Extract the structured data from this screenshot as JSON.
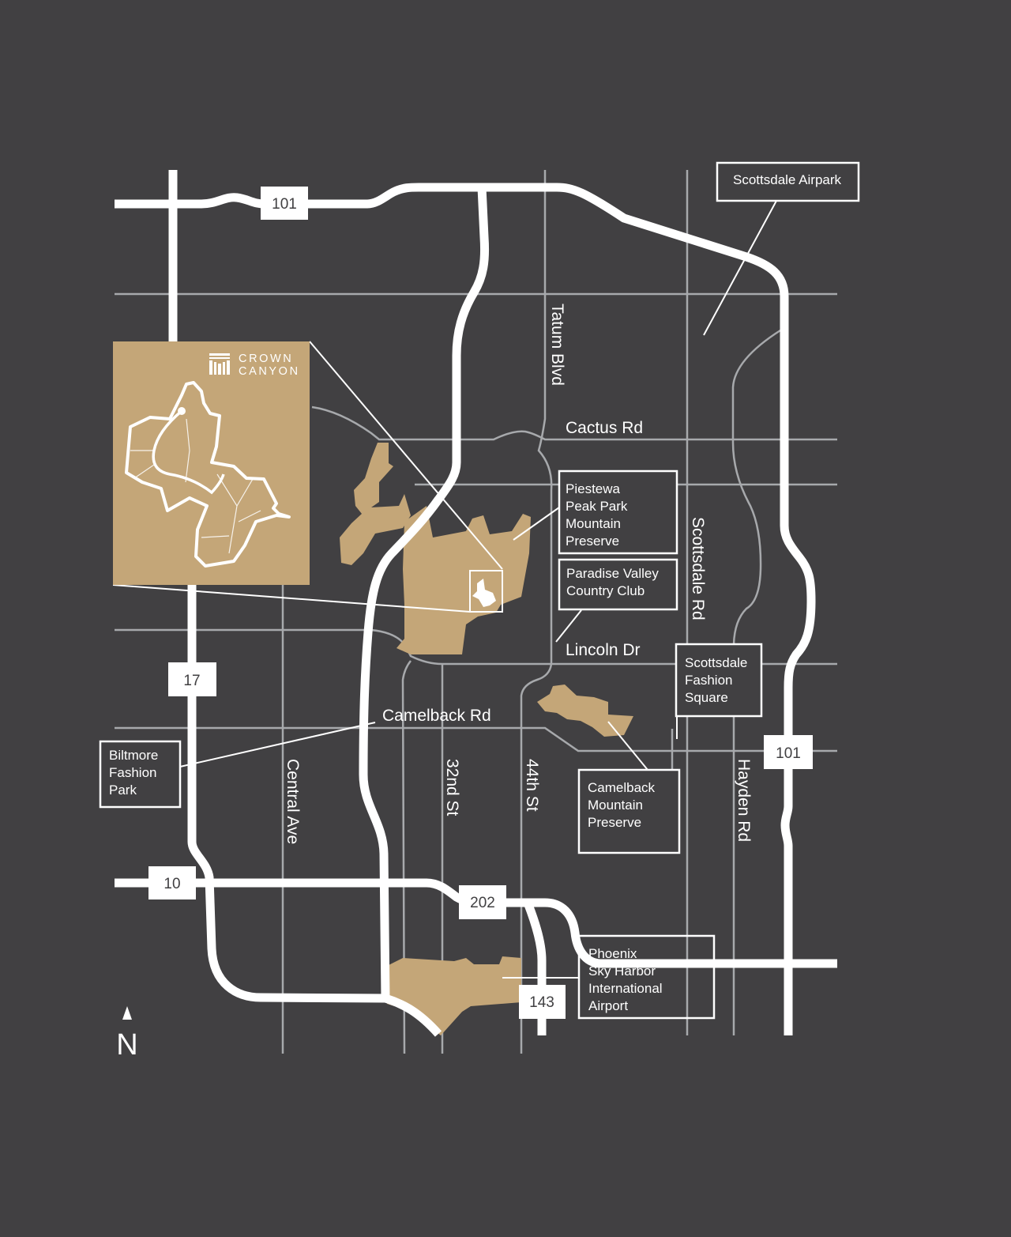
{
  "map": {
    "brand": {
      "line1": "CROWN",
      "line2": "CANYON"
    },
    "streets": {
      "tatum": "Tatum Blvd",
      "cactus": "Cactus Rd",
      "scottsdale": "Scottsdale Rd",
      "lincoln": "Lincoln Dr",
      "camelback": "Camelback Rd",
      "central": "Central Ave",
      "st32": "32nd St",
      "st44": "44th St",
      "hayden": "Hayden Rd"
    },
    "highways": {
      "h101_top": "101",
      "h101_right": "101",
      "h17": "17",
      "h10": "10",
      "h202": "202",
      "h143": "143"
    },
    "points_of_interest": {
      "airpark": {
        "lines": [
          "Scottsdale Airpark"
        ]
      },
      "piestewa": {
        "lines": [
          "Piestewa",
          "Peak Park",
          "Mountain",
          "Preserve"
        ]
      },
      "paradise": {
        "lines": [
          "Paradise Valley",
          "Country Club"
        ]
      },
      "fashion_square": {
        "lines": [
          "Scottsdale",
          "Fashion",
          "Square"
        ]
      },
      "biltmore": {
        "lines": [
          "Biltmore",
          "Fashion",
          "Park"
        ]
      },
      "camelback_mtn": {
        "lines": [
          "Camelback",
          "Mountain",
          "Preserve"
        ]
      },
      "airport": {
        "lines": [
          "Phoenix",
          "Sky Harbor",
          "International",
          "Airport"
        ]
      }
    },
    "compass": {
      "label": "N"
    },
    "colors": {
      "background": "#414042",
      "land": "#c4a678",
      "highway": "#ffffff",
      "street": "#a7a9ac"
    }
  }
}
